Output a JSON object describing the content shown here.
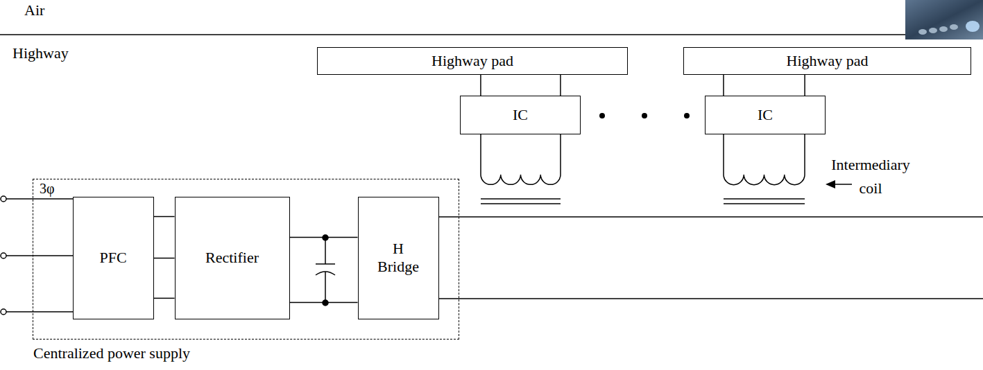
{
  "diagram": {
    "nodes": [
      {
        "text": [
          "Highway pad"
        ]
      },
      {
        "text": [
          "Highway pad"
        ]
      },
      {
        "text": [
          "IC"
        ]
      },
      {
        "text": [
          "IC"
        ]
      },
      {
        "text": [
          "Centralized power supply"
        ]
      },
      {
        "text": [
          "PFC"
        ],
        "in": 4
      },
      {
        "text": [
          "Rectifier"
        ],
        "in": 4
      },
      {
        "text": [
          "H Bridge"
        ],
        "in": 4
      }
    ],
    "edges": [
      {
        "from": 0,
        "to": 2,
        "arrow": "none"
      },
      {
        "from": 0,
        "to": 2,
        "arrow": "none"
      },
      {
        "from": 1,
        "to": 3,
        "arrow": "none"
      },
      {
        "from": 1,
        "to": 3,
        "arrow": "none"
      },
      {
        "from": 5,
        "to": 6,
        "arrow": "none"
      },
      {
        "from": 5,
        "to": 6,
        "arrow": "none"
      },
      {
        "from": 5,
        "to": 6,
        "arrow": "none"
      },
      {
        "from": 6,
        "to": 7,
        "arrow": "none"
      },
      {
        "from": 6,
        "to": 7,
        "arrow": "none"
      }
    ],
    "labels": [
      "Air",
      "Highway",
      "3φ",
      "Intermediary coil"
    ]
  }
}
